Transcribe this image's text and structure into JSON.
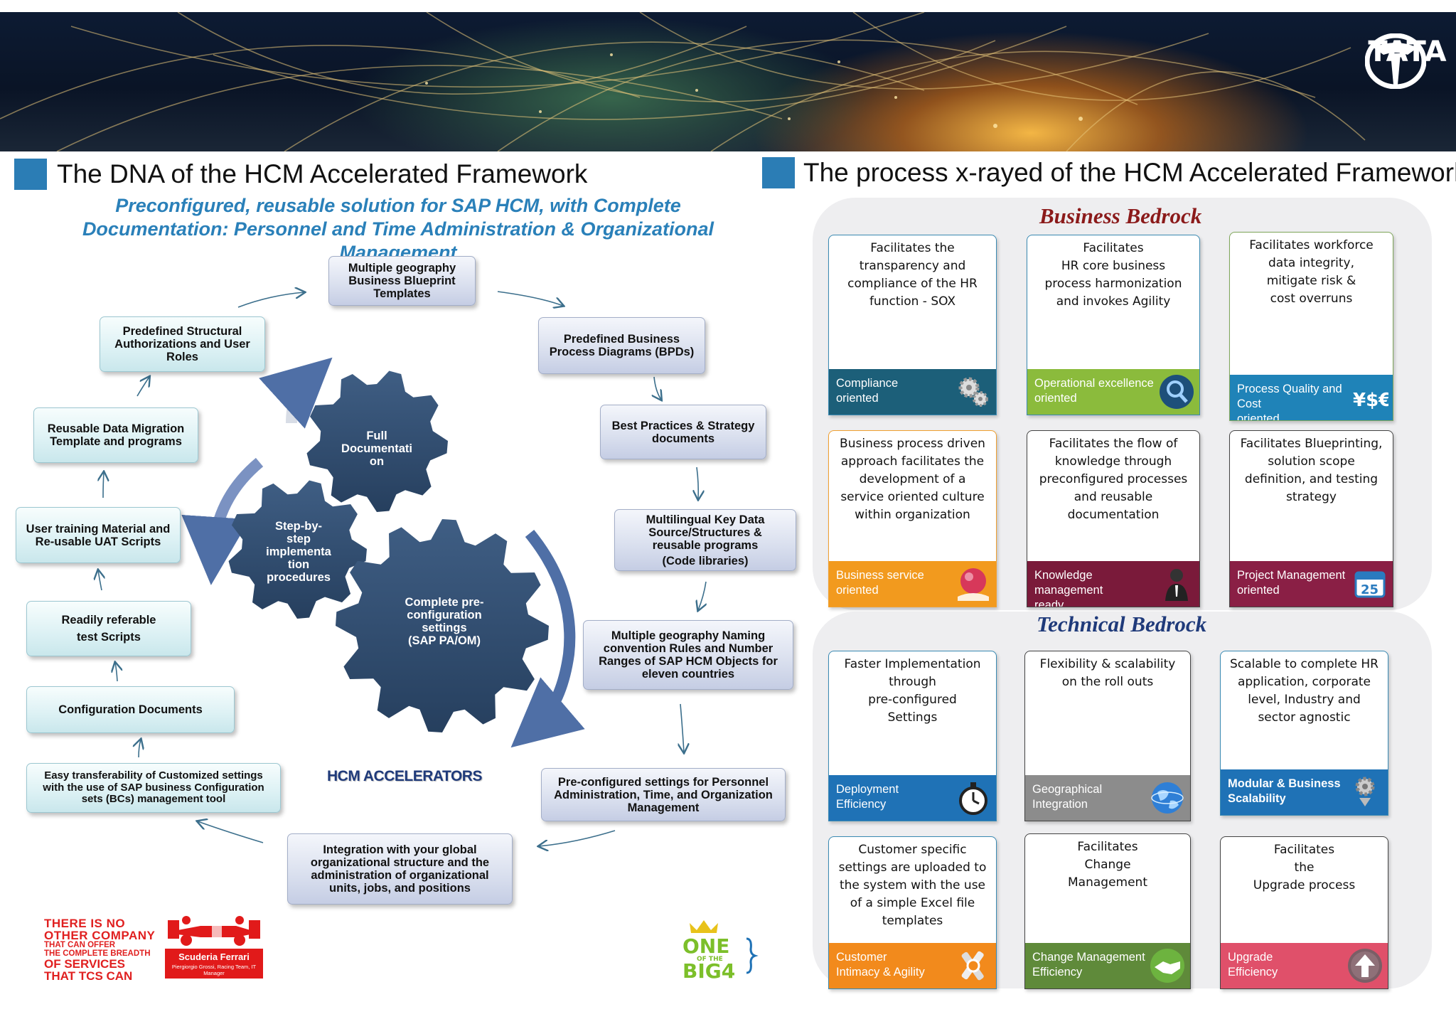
{
  "brand": {
    "name": "TATA"
  },
  "left": {
    "title": "The DNA of the HCM Accelerated Framework",
    "subtitle": "Preconfigured, reusable solution for SAP HCM, with Complete Documentation: Personnel and Time Administration & Organizational Management",
    "cycle": [
      {
        "lines": [
          "Multiple geography",
          "Business Blueprint",
          "Templates"
        ]
      },
      {
        "lines": [
          "Predefined Business",
          "Process Diagrams (BPDs)"
        ]
      },
      {
        "lines": [
          "Best Practices & Strategy",
          "documents"
        ]
      },
      {
        "lines": [
          "Multilingual Key Data",
          "Source/Structures &",
          "reusable programs",
          "(Code libraries)"
        ]
      },
      {
        "lines": [
          "Multiple geography Naming",
          "convention Rules and Number",
          "Ranges of SAP HCM Objects for",
          "eleven countries"
        ]
      },
      {
        "lines": [
          "Pre-configured settings for Personnel",
          "Administration, Time, and Organization",
          "Management"
        ]
      },
      {
        "lines": [
          "Integration with your global",
          "organizational structure and the",
          "administration of organizational",
          "units, jobs, and positions"
        ]
      },
      {
        "lines": [
          "Easy transferability of Customized settings",
          "with the use of SAP business Configuration",
          "sets (BCs) management tool"
        ]
      },
      {
        "lines": [
          "Configuration Documents"
        ]
      },
      {
        "lines": [
          "Readily referable",
          "test Scripts"
        ]
      },
      {
        "lines": [
          "User training Material and",
          "Re-usable UAT Scripts"
        ]
      },
      {
        "lines": [
          "Reusable Data Migration",
          "Template and programs"
        ]
      },
      {
        "lines": [
          "Predefined Structural",
          "Authorizations and User",
          "Roles"
        ]
      }
    ],
    "gears": [
      {
        "lines": [
          "Full",
          "Documentati",
          "on"
        ]
      },
      {
        "lines": [
          "Step-by-",
          "step",
          "implementa",
          "tion",
          "procedures"
        ]
      },
      {
        "lines": [
          "Complete pre-",
          "configuration",
          "settings",
          "(SAP PA/OM)"
        ]
      }
    ],
    "accelerators_label": "HCM ACCELERATORS",
    "tcs_claim": [
      "THERE IS NO",
      "OTHER COMPANY",
      "THAT CAN OFFER",
      "THE COMPLETE BREADTH",
      "OF SERVICES",
      "THAT TCS CAN"
    ],
    "ferrari_plate": {
      "title": "Scuderia Ferrari",
      "caption": "Piergiorgio Grossi, Racing Team, IT Manager"
    },
    "one_big4": {
      "one": "ONE",
      "of_the": "OF THE",
      "big4": "BIG4"
    }
  },
  "right": {
    "title": "The process x-rayed of the HCM Accelerated Framework",
    "business": {
      "title": "Business Bedrock",
      "cards": [
        {
          "desc": [
            "Facilitates the",
            "transparency and",
            "compliance of the HR",
            "function - SOX"
          ],
          "foot": [
            "Compliance",
            "oriented"
          ],
          "color": "#1c5f79",
          "border": "#3a8ab3",
          "icon": "gears-icon"
        },
        {
          "desc": [
            "Facilitates",
            "HR core business",
            "process  harmonization",
            "and invokes Agility"
          ],
          "foot": [
            "Operational excellence",
            "oriented"
          ],
          "color": "#8bbb3c",
          "border": "#3a8ab3",
          "icon": "magnifier-icon"
        },
        {
          "desc": [
            "Facilitates workforce",
            "data integrity,",
            "mitigate risk &",
            "cost overruns"
          ],
          "foot": [
            "Process Quality and Cost",
            "oriented"
          ],
          "color": "#1f83b8",
          "border": "#7fa65a",
          "icon": "currency-icon",
          "currency": "¥$€"
        },
        {
          "desc": [
            "Business process driven",
            "approach facilitates the",
            "development of a",
            "service oriented culture",
            "within organization"
          ],
          "foot": [
            "Business service",
            "oriented"
          ],
          "color": "#f29a1e",
          "border": "#f0a030",
          "icon": "globe-hand-icon"
        },
        {
          "desc": [
            "Facilitates the flow of",
            "knowledge through",
            "preconfigured processes",
            "and reusable",
            "documentation"
          ],
          "foot": [
            "Knowledge management",
            "ready"
          ],
          "color": "#7a1a3a",
          "border": "#444",
          "icon": "businessman-icon"
        },
        {
          "desc": [
            "Facilitates Blueprinting,",
            "solution scope",
            "definition, and testing",
            "strategy"
          ],
          "foot": [
            "Project Management",
            "oriented"
          ],
          "color": "#8a1f45",
          "border": "#444",
          "icon": "calendar-icon",
          "calendar_day": "25"
        }
      ]
    },
    "technical": {
      "title": "Technical Bedrock",
      "cards": [
        {
          "desc": [
            "Faster Implementation",
            "through",
            "pre-configured",
            "Settings"
          ],
          "foot": [
            "Deployment",
            "Efficiency"
          ],
          "color": "#1f72b6",
          "border": "#3a8ab3",
          "icon": "stopwatch-icon"
        },
        {
          "desc": [
            "Flexibility & scalability",
            "on the roll outs"
          ],
          "foot": [
            "Geographical",
            "Integration"
          ],
          "color": "#8c8c8c",
          "border": "#444",
          "icon": "globe-icon"
        },
        {
          "desc": [
            "Scalable to complete HR",
            "application, corporate",
            "level, Industry and",
            "sector agnostic"
          ],
          "foot": [
            "Modular & Business",
            "Scalability"
          ],
          "color": "#1f72b6",
          "border": "#3a8ab3",
          "icon": "gear-arrow-icon",
          "bold": true
        },
        {
          "desc": [
            "Customer specific",
            "settings are uploaded to",
            "the system with the use",
            "of a simple Excel file",
            "templates"
          ],
          "foot": [
            "Customer",
            "Intimacy & Agility"
          ],
          "color": "#f28a1c",
          "border": "#3a8ab3",
          "icon": "tools-icon"
        },
        {
          "desc": [
            "Facilitates",
            "Change",
            "Management"
          ],
          "foot": [
            "Change Management",
            "Efficiency"
          ],
          "color": "#5f8a3a",
          "border": "#444",
          "icon": "handshake-icon"
        },
        {
          "desc": [
            "Facilitates",
            "the",
            "Upgrade process"
          ],
          "foot": [
            "Upgrade",
            "Efficiency"
          ],
          "color": "#e0506a",
          "border": "#444",
          "icon": "up-arrow-icon"
        }
      ]
    }
  }
}
